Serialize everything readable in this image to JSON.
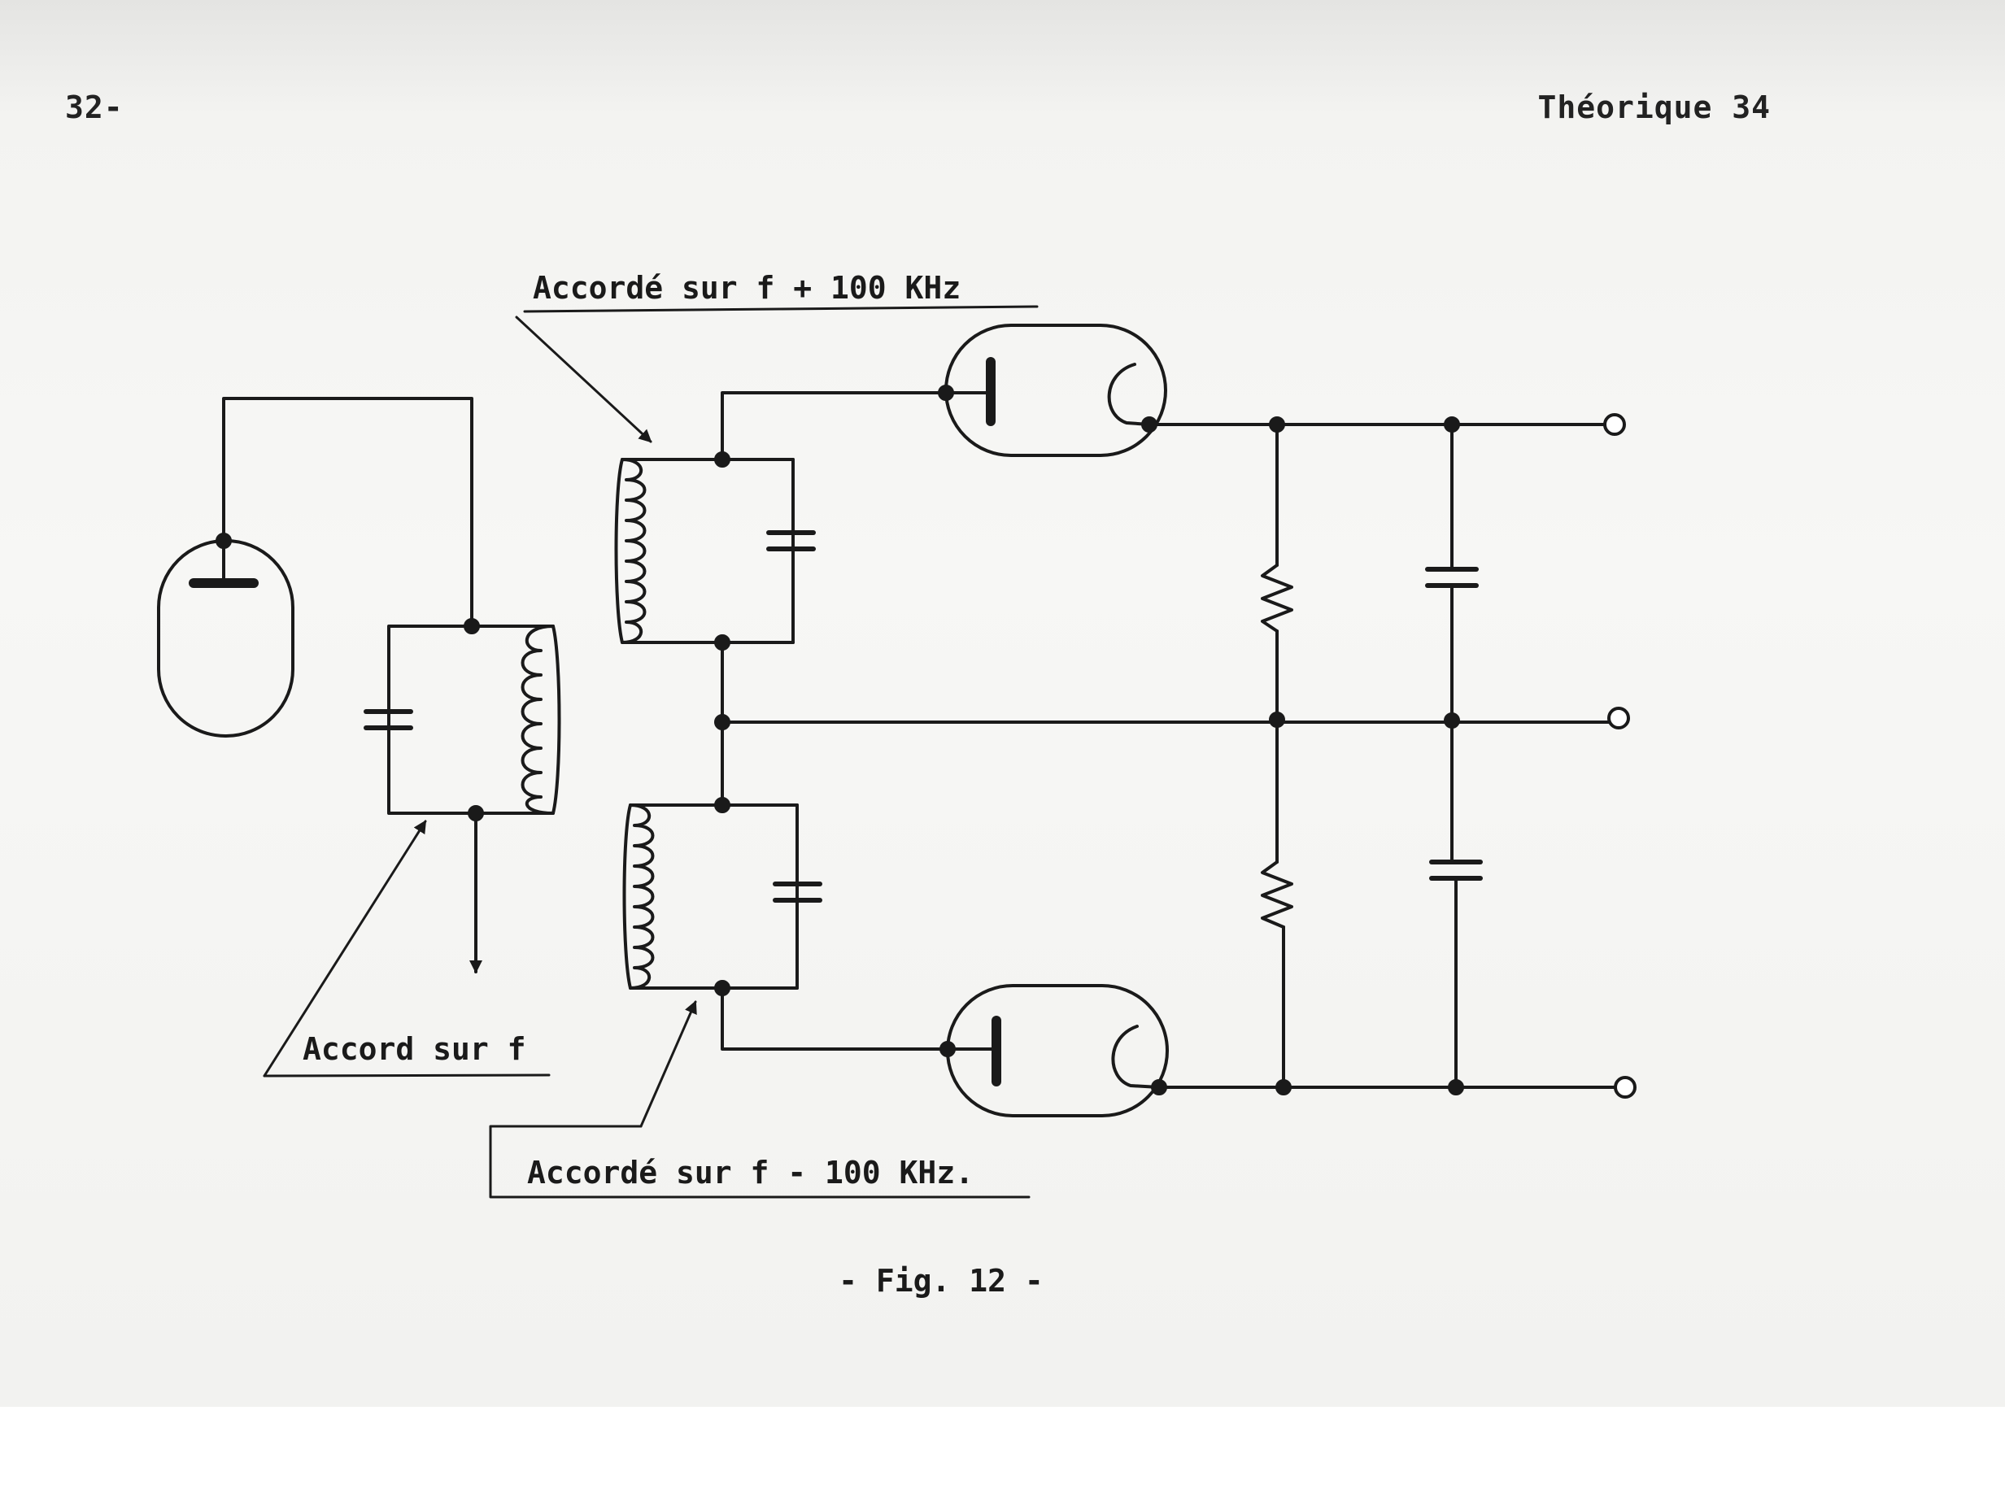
{
  "header": {
    "page_number": "32-",
    "running_head": "Théorique 34"
  },
  "figure": {
    "labels": {
      "top": "Accordé sur f + 100 KHz",
      "left": "Accord sur f",
      "bottom": "Accordé sur f - 100 KHz."
    },
    "caption": "- Fig. 12 -"
  },
  "colors": {
    "ink": "#1a1a1a",
    "paper": "#f4f4f2"
  }
}
